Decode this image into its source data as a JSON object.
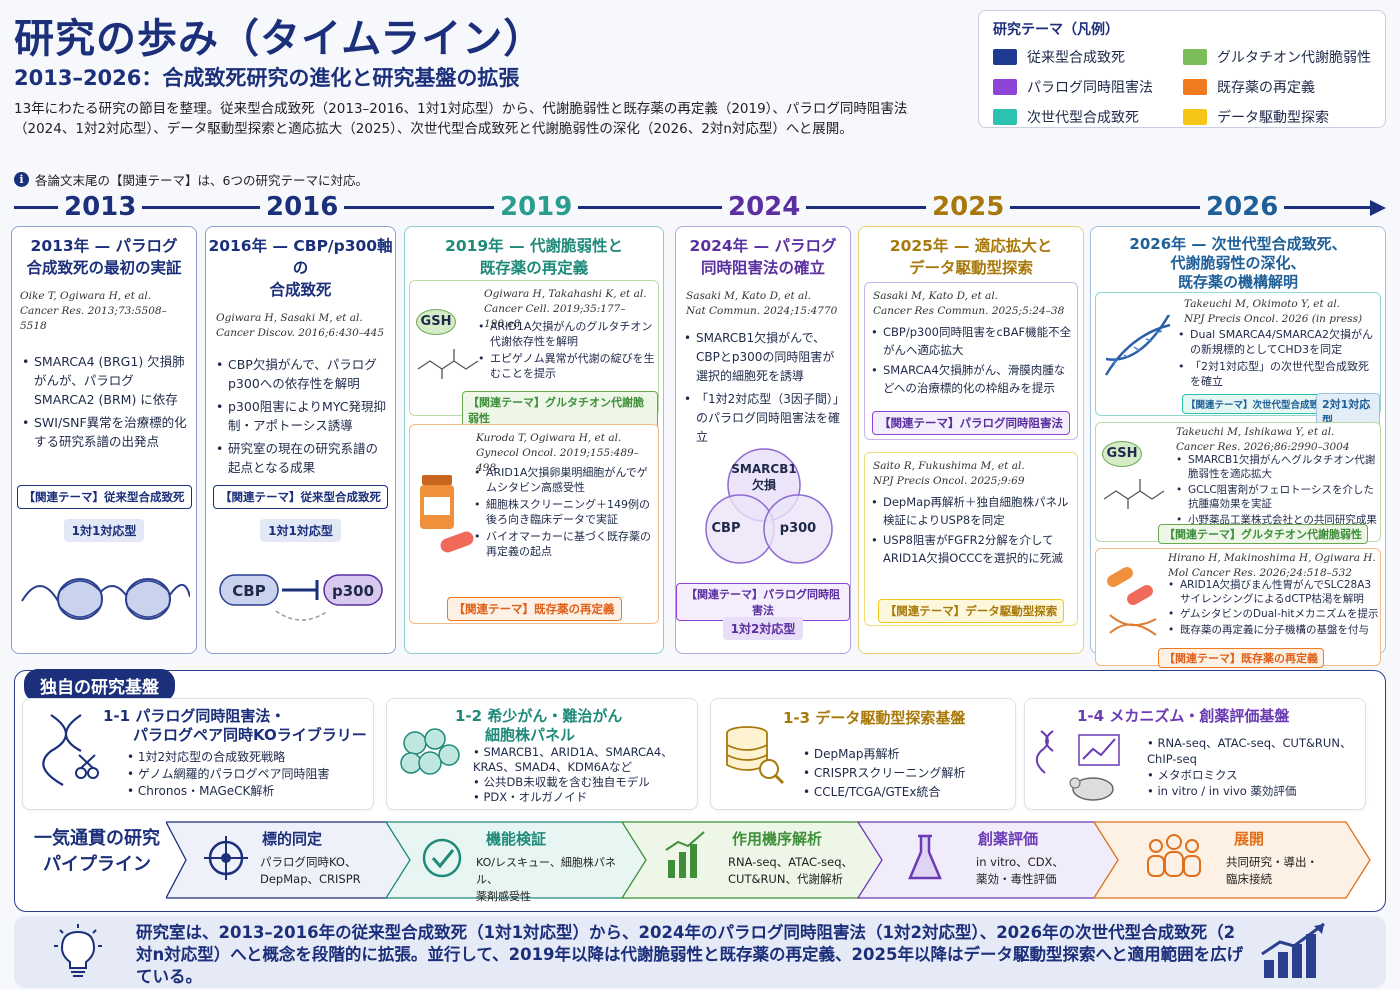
{
  "header": {
    "title": "研究の歩み（タイムライン）",
    "subtitle": "2013–2026：合成致死研究の進化と研究基盤の拡張",
    "intro": "13年にわたる研究の節目を整理。従来型合成致死（2013–2016、1対1対応型）から、代謝脆弱性と既存薬の再定義（2019）、パラログ同時阻害法（2024、1対2対応型）、データ駆動型探索と適応拡大（2025）、次世代型合成致死と代謝脆弱性の深化（2026、2対n対応型）へと展開。",
    "note": "各論文末尾の【関連テーマ】は、6つの研究テーマに対応。",
    "note_icon": "info-icon"
  },
  "legend": {
    "title": "研究テーマ（凡例）",
    "items": [
      {
        "label": "従来型合成致死",
        "color": "#1f3a93"
      },
      {
        "label": "グルタチオン代謝脆弱性",
        "color": "#7bbd5a"
      },
      {
        "label": "パラログ同時阻害法",
        "color": "#8e44d6"
      },
      {
        "label": "既存薬の再定義",
        "color": "#f07a20"
      },
      {
        "label": "次世代型合成致死",
        "color": "#2cc2b0"
      },
      {
        "label": "データ駆動型探索",
        "color": "#f5c518"
      }
    ]
  },
  "timeline": {
    "years": [
      "2013",
      "2016",
      "2019",
      "2024",
      "2025",
      "2026"
    ],
    "colors": [
      "#1f3a93",
      "#1f3a93",
      "#2a9d8f",
      "#6a3bb5",
      "#b8860b",
      "#1f6fa8"
    ]
  },
  "col2013": {
    "head1": "2013年 — パラログ",
    "head2": "合成致死の最初の実証",
    "cite1": "Oike T, Ogiwara H, et al.",
    "cite2": "Cancer Res. 2013;73:5508–5518",
    "bullets": [
      "SMARCA4 (BRG1) 欠損肺がんが、パラログ SMARCA2 (BRM) に依存",
      "SWI/SNF異常を治療標的化する研究系譜の出発点"
    ],
    "tag": "【関連テーマ】従来型合成致死",
    "pill": "1対1対応型",
    "icon": "nucleosome-icon"
  },
  "col2016": {
    "head1": "2016年 — CBP/p300軸の",
    "head2": "合成致死",
    "cite1": "Ogiwara H, Sasaki M, et al.",
    "cite2": "Cancer Discov. 2016;6:430–445",
    "bullets": [
      "CBP欠損がんで、パラログ p300への依存性を解明",
      "p300阻害によりMYC発現抑制・アポトーシス誘導",
      "研究室の現在の研究系譜の起点となる成果"
    ],
    "tag": "【関連テーマ】従来型合成致死",
    "pill": "1対1対応型",
    "node1": "CBP",
    "node2": "p300"
  },
  "col2019": {
    "head1": "2019年 — 代謝脆弱性と",
    "head2": "既存薬の再定義",
    "a_cite1": "Ogiwara H, Takahashi K, et al.",
    "a_cite2": "Cancer Cell. 2019;35:177–190.e8",
    "a_bullets": [
      "ARID1A欠損がんのグルタチオン代謝依存性を解明",
      "エピゲノム異常が代謝の綻びを生むことを提示"
    ],
    "a_tag": "【関連テーマ】グルタチオン代謝脆弱性",
    "gsh": "GSH",
    "b_cite1": "Kuroda T, Ogiwara H, et al.",
    "b_cite2": "Gynecol Oncol. 2019;155:489–498",
    "b_bullets": [
      "ARID1A欠損卵巣明細胞がんでゲムシタビン高感受性",
      "細胞株スクリーニング＋149例の後ろ向き臨床データで実証",
      "バイオマーカーに基づく既存薬の再定義の起点"
    ],
    "b_tag": "【関連テーマ】既存薬の再定義"
  },
  "col2024": {
    "head1": "2024年 — パラログ",
    "head2": "同時阻害法の確立",
    "cite1": "Sasaki M, Kato D, et al.",
    "cite2": "Nat Commun. 2024;15:4770",
    "bullets": [
      "SMARCB1欠損がんで、CBPとp300の同時阻害が選択的細胞死を誘導",
      "「1対2対応型（3因子間）」のパラログ同時阻害法を確立"
    ],
    "venn_top1": "SMARCB1",
    "venn_top2": "欠損",
    "venn_left": "CBP",
    "venn_right": "p300",
    "tag": "【関連テーマ】パラログ同時阻害法",
    "pill": "1対2対応型"
  },
  "col2025": {
    "head1": "2025年 — 適応拡大と",
    "head2": "データ駆動型探索",
    "a_cite1": "Sasaki M, Kato D, et al.",
    "a_cite2": "Cancer Res Commun. 2025;5:24–38",
    "a_bullets": [
      "CBP/p300同時阻害をcBAF機能不全がんへ適応拡大",
      "SMARCA4欠損肺がん、滑膜肉腫などへの治療標的化の枠組みを提示"
    ],
    "a_tag": "【関連テーマ】パラログ同時阻害法",
    "b_cite1": "Saito R, Fukushima M, et al.",
    "b_cite2": "NPJ Precis Oncol. 2025;9:69",
    "b_bullets": [
      "DepMap再解析＋独自細胞株パネル検証によりUSP8を同定",
      "USP8阻害がFGFR2分解を介してARID1A欠損OCCCを選択的に死滅"
    ],
    "b_tag": "【関連テーマ】データ駆動型探索"
  },
  "col2026": {
    "head1": "2026年 — 次世代型合成致死、",
    "head2": "代謝脆弱性の深化、",
    "head3": "既存薬の機構解明",
    "a_cite1": "Takeuchi M, Okimoto Y, et al.",
    "a_cite2": "NPJ Precis Oncol. 2026 (in press)",
    "a_bullets": [
      "Dual SMARCA4/SMARCA2欠損がんの新規標的としてCHD3を同定",
      "「2対1対応型」の次世代型合成致死を確立"
    ],
    "a_tag": "【関連テーマ】次世代型合成致死",
    "a_pill": "2対1対応型",
    "b_cite1": "Takeuchi M, Ishikawa Y, et al.",
    "b_cite2": "Cancer Res. 2026;86:2990–3004",
    "b_bullets": [
      "SMARCB1欠損がんへグルタチオン代謝脆弱性を適応拡大",
      "GCLC阻害剤がフェロトーシスを介した抗腫瘍効果を実証",
      "小野薬品工業株式会社との共同研究成果"
    ],
    "b_tag": "【関連テーマ】グルタチオン代謝脆弱性",
    "gsh": "GSH",
    "c_cite1": "Hirano H, Makinoshima H, Ogiwara H.",
    "c_cite2": "Mol Cancer Res. 2026;24:518–532",
    "c_bullets": [
      "ARID1A欠損びまん性胃がんでSLC28A3サイレンシングによるdCTP枯渇を解明",
      "ゲムシタビンのDual-hitメカニズムを提示",
      "既存薬の再定義に分子機構の基盤を付与"
    ],
    "c_tag": "【関連テーマ】既存薬の再定義"
  },
  "base": {
    "title": "独自の研究基盤",
    "cards": [
      {
        "title1": "1-1 パラログ同時阻害法・",
        "title2": "パラログペア同時KOライブラリー",
        "items": [
          "1対2対応型の合成致死戦略",
          "ゲノム網羅的パラログペア同時阻害",
          "Chronos・MAGeCK解析"
        ],
        "color": "#1b2f7a",
        "icon": "dna-scissors-icon"
      },
      {
        "title1": "1-2 希少がん・難治がん",
        "title2": "細胞株パネル",
        "items": [
          "SMARCB1、ARID1A、SMARCA4、KRAS、SMAD4、KDM6Aなど",
          "公共DB未収載を含む独自モデル",
          "PDX・オルガノイド"
        ],
        "color": "#1f8a7a",
        "icon": "cells-icon"
      },
      {
        "title1": "1-3 データ駆動型探索基盤",
        "title2": "",
        "items": [
          "DepMap再解析",
          "CRISPRスクリーニング解析",
          "CCLE/TCGA/GTEx統合"
        ],
        "color": "#a8790a",
        "icon": "database-search-icon"
      },
      {
        "title1": "1-4 メカニズム・創薬評価基盤",
        "title2": "",
        "items": [
          "RNA-seq、ATAC-seq、CUT&RUN、ChIP-seq",
          "メタボロミクス",
          "in vitro / in vivo 薬効評価"
        ],
        "color": "#6a3bb5",
        "icon": "mouse-icon"
      }
    ],
    "pipeline_label1": "一気通貫の研究",
    "pipeline_label2": "パイプライン",
    "steps": [
      {
        "label": "標的同定",
        "sub1": "パラログ同時KO、",
        "sub2": "DepMap、CRISPR",
        "color": "#1b2f7a",
        "bg": "#eef1fa",
        "icon": "target-icon"
      },
      {
        "label": "機能検証",
        "sub1": "KO/レスキュー、細胞株パネル、",
        "sub2": "薬剤感受性",
        "color": "#1f8a7a",
        "bg": "#e8f6f3",
        "icon": "check-icon"
      },
      {
        "label": "作用機序解析",
        "sub1": "RNA-seq、ATAC-seq、",
        "sub2": "CUT&RUN、代謝解析",
        "color": "#3f8f3a",
        "bg": "#eef6e8",
        "icon": "bar-chart-icon"
      },
      {
        "label": "創薬評価",
        "sub1": "in vitro、CDX、",
        "sub2": "薬効・毒性評価",
        "color": "#6a3bb5",
        "bg": "#f1ecfa",
        "icon": "flask-icon"
      },
      {
        "label": "展開",
        "sub1": "共同研究・導出・",
        "sub2": "臨床接続",
        "color": "#e0701a",
        "bg": "#fdf0e4",
        "icon": "people-icon"
      }
    ]
  },
  "bottom": {
    "text": "研究室は、2013–2016年の従来型合成致死（1対1対応型）から、2024年のパラログ同時阻害法（1対2対応型）、2026年の次世代型合成致死（2対n対応型）へと概念を段階的に拡張。並行して、2019年以降は代謝脆弱性と既存薬の再定義、2025年以降はデータ駆動型探索へと適用範囲を広げている。",
    "left_icon": "lightbulb-icon",
    "right_icon": "growth-chart-icon"
  }
}
